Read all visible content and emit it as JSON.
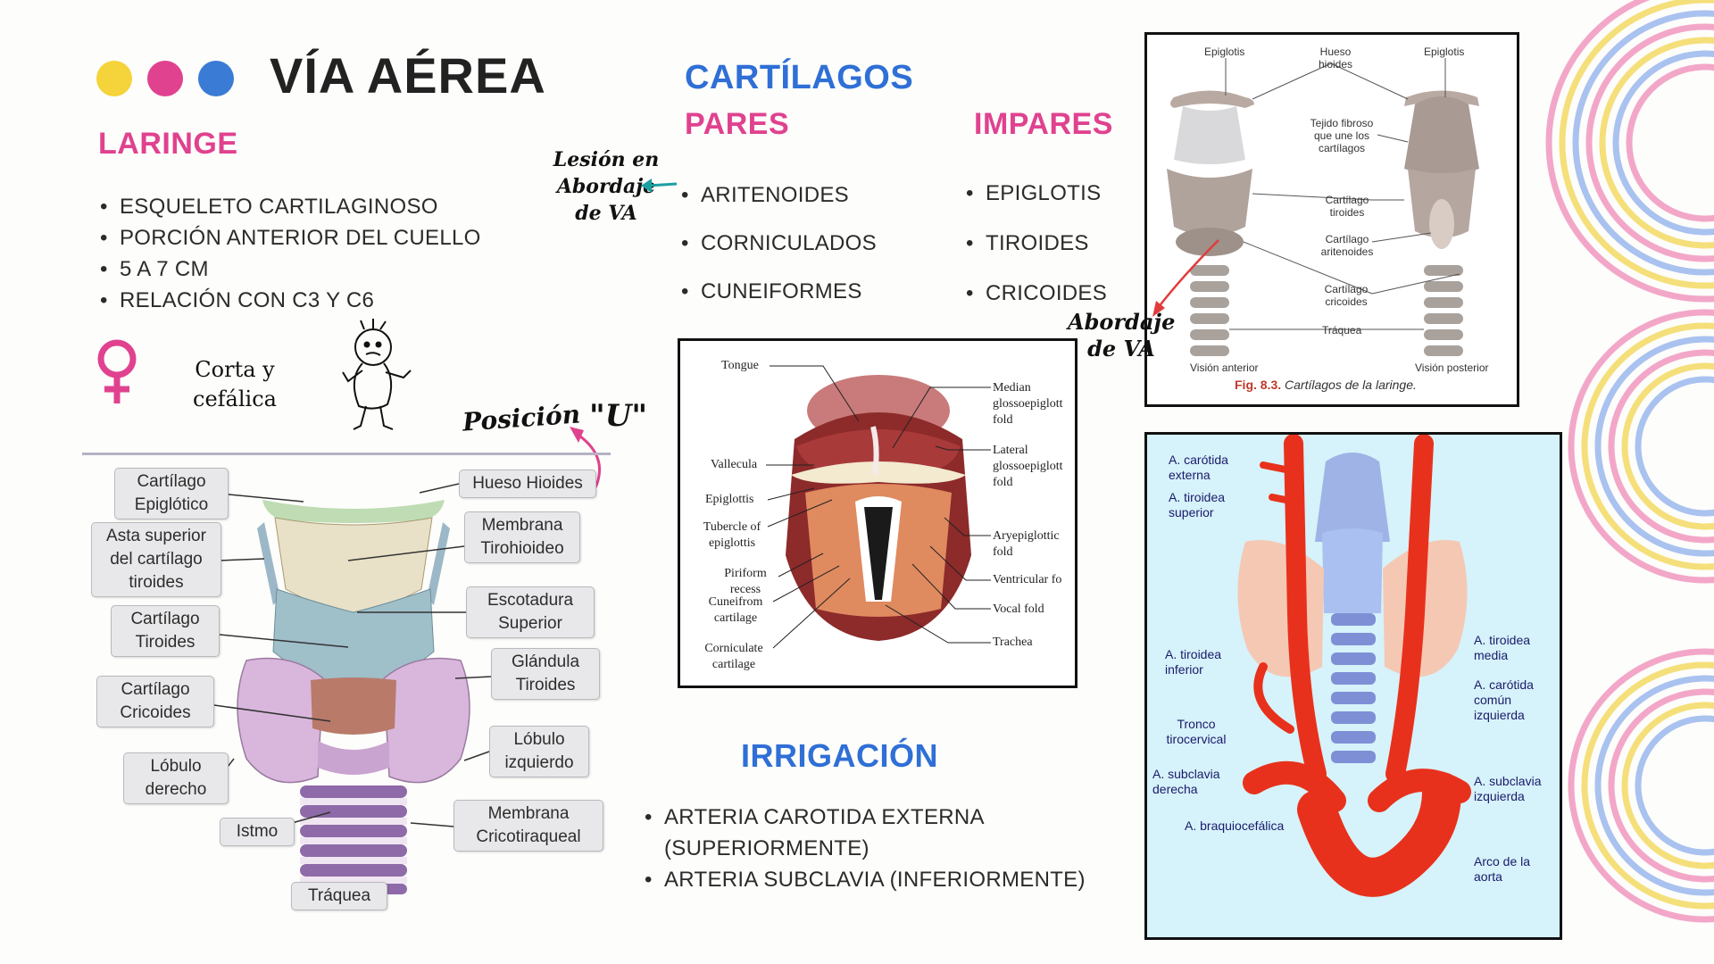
{
  "header": {
    "title": "VÍA AÉREA",
    "dots": [
      "#f5d33a",
      "#e0428f",
      "#3a7bd5"
    ]
  },
  "laringe": {
    "heading": "LARINGE",
    "bullets": [
      "ESQUELETO CARTILAGINOSO",
      "PORCIÓN ANTERIOR DEL CUELLO",
      "5 A 7 CM",
      "RELACIÓN CON C3 Y C6"
    ],
    "female_note": "Corta y cefálica"
  },
  "cartilagos": {
    "heading": "CARTÍLAGOS",
    "pares_heading": "PARES",
    "pares": [
      "ARITENOIDES",
      "CORNICULADOS",
      "CUNEIFORMES"
    ],
    "impares_heading": "IMPARES",
    "impares": [
      "EPIGLOTIS",
      "TIROIDES",
      "CRICOIDES"
    ]
  },
  "handwritten": {
    "lesion": [
      "Lesión en",
      "Abordaje",
      "de VA"
    ],
    "posicion": "Posición",
    "u": "\"U\"",
    "abordaje": [
      "Abordaje",
      "de VA"
    ]
  },
  "irrigacion": {
    "heading": "IRRIGACIÓN",
    "bullets": [
      "ARTERIA CAROTIDA EXTERNA (SUPERIORMENTE)",
      "ARTERIA SUBCLAVIA (INFERIORMENTE)"
    ]
  },
  "larynx_labels": {
    "left": [
      "Cartílago Epiglótico",
      "Asta superior del cartílago tiroides",
      "Cartílago Tiroides",
      "Cartílago Cricoides",
      "Lóbulo derecho",
      "Istmo"
    ],
    "right": [
      "Hueso Hioides",
      "Membrana Tirohioideo",
      "Escotadura Superior",
      "Glándula Tiroides",
      "Lóbulo izquierdo",
      "Membrana Cricotiraqueal"
    ],
    "bottom": "Tráquea"
  },
  "glottis_labels": {
    "left": [
      "Tongue",
      "Vallecula",
      "Epiglottis",
      "Tubercle of epiglottis",
      "Piriform recess",
      "Cuneifrom cartilage",
      "Corniculate cartilage"
    ],
    "right": [
      "Median glossoepiglott fold",
      "Lateral glossoepiglott fold",
      "Aryepiglottic fold",
      "Ventricular fo",
      "Vocal fold",
      "Trachea"
    ]
  },
  "cartilage_fig": {
    "labels": [
      "Epiglotis",
      "Hueso hioides",
      "Epiglotis",
      "Tejido fibroso que une los cartílagos",
      "Cartílago tiroides",
      "Cartílago aritenoides",
      "Cartílago cricoides",
      "Tráquea"
    ],
    "view_anterior": "Visión anterior",
    "view_posterior": "Visión posterior",
    "caption_num": "Fig. 8.3.",
    "caption_text": "Cartílagos de la laringe."
  },
  "vascular_fig": {
    "labels": [
      "A. carótida externa",
      "A. tiroidea superior",
      "A. tiroidea inferior",
      "Tronco tirocervical",
      "A. subclavia derecha",
      "A. braquiocefálica",
      "A. tiroidea media",
      "A. carótida común izquierda",
      "A. subclavia izquierda",
      "Arco de la aorta"
    ]
  },
  "colors": {
    "pink": "#e0428f",
    "blue": "#2f6fd6",
    "yellow": "#f5d33a",
    "ring_blue": "#8fb0e8"
  }
}
